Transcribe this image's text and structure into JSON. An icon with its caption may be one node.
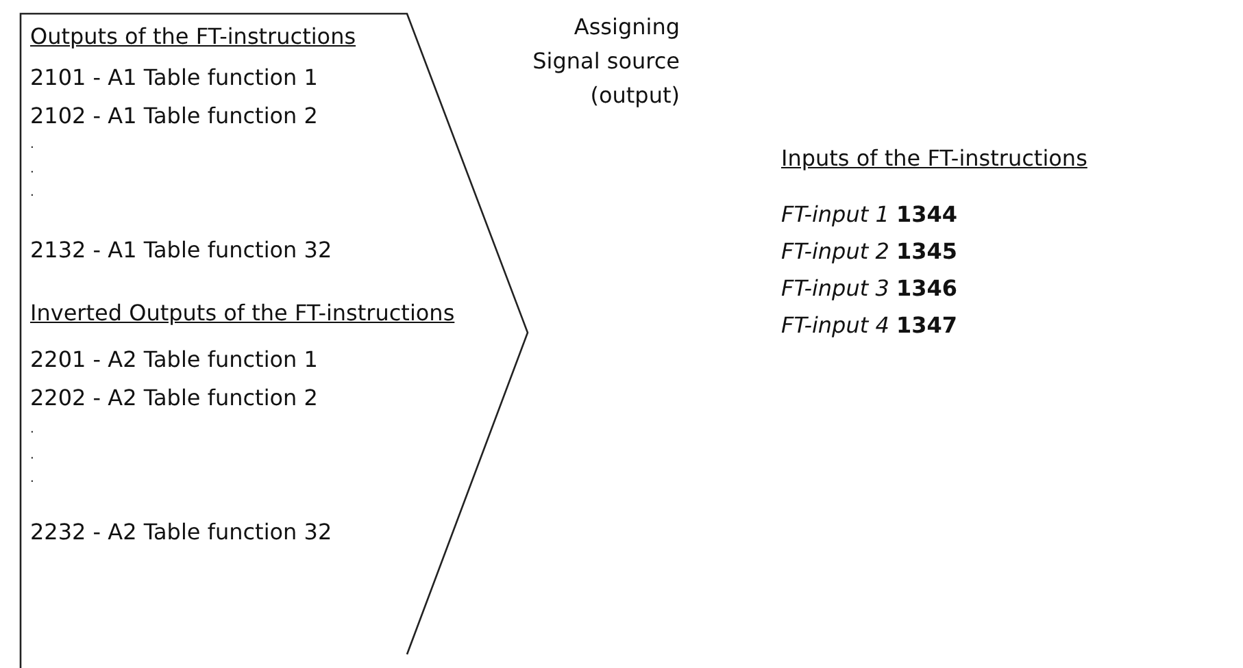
{
  "diagram": {
    "nodes": [
      {
        "text": [
          "Outputs of the FT-instructions",
          "2101 - A1 Table function 1",
          "2102 - A1 Table function 2",
          ".",
          ".",
          ".",
          "2132 - A1 Table function 32",
          "Inverted Outputs of the FT-instructions",
          "2201 - A2 Table function 1",
          "2202 - A2 Table function 2",
          ".",
          ".",
          ".",
          "2232 - A2 Table function 32"
        ]
      }
    ],
    "labels": [
      "Assigning Signal source (output)",
      "Inputs of the FT-instructions",
      "*FT-input 1* **1344**",
      "*FT-input 2* **1345**",
      "*FT-input 3* **1346**",
      "*FT-input 4* **1347**"
    ]
  }
}
